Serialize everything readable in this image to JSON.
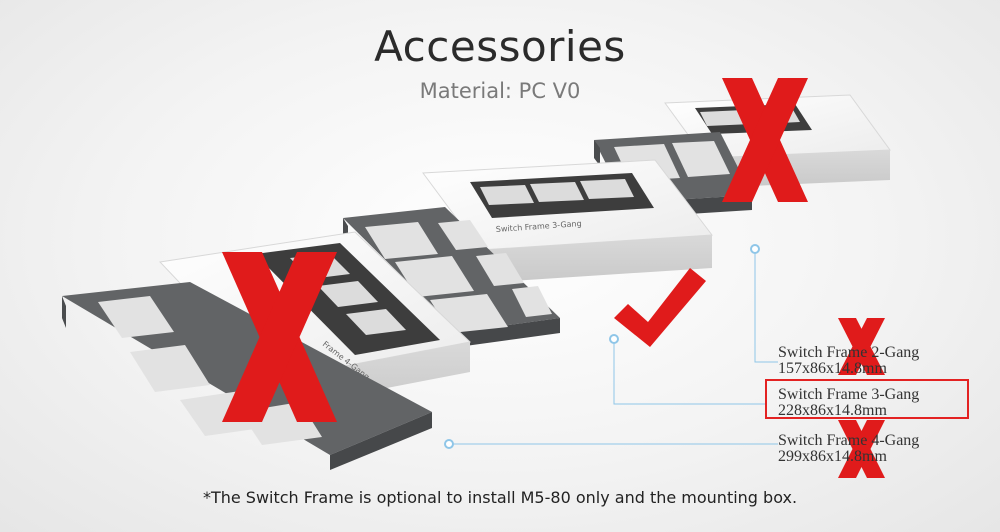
{
  "header": {
    "title": "Accessories",
    "subtitle": "Material: PC V0"
  },
  "products": [
    {
      "name": "Switch Frame 2-Gang",
      "size": "157x86x14.8mm",
      "status": "not-included",
      "marker": "x-icon"
    },
    {
      "name": "Switch Frame 3-Gang",
      "size": "228x86x14.8mm",
      "status": "included",
      "marker": "check-icon"
    },
    {
      "name": "Switch Frame 4-Gang",
      "size": "299x86x14.8mm",
      "status": "not-included",
      "marker": "x-icon"
    }
  ],
  "box_labels": {
    "three_gang": "Switch Frame 3-Gang",
    "four_gang": "Frame 4-Gang"
  },
  "footnote": "*The Switch Frame is optional to install M5-80 only and the mounting box.",
  "colors": {
    "mark_red": "#e01b1b",
    "highlight_border": "#e32222",
    "callout_line": "#8fc6e8",
    "frame_gray": "#5f6368"
  }
}
